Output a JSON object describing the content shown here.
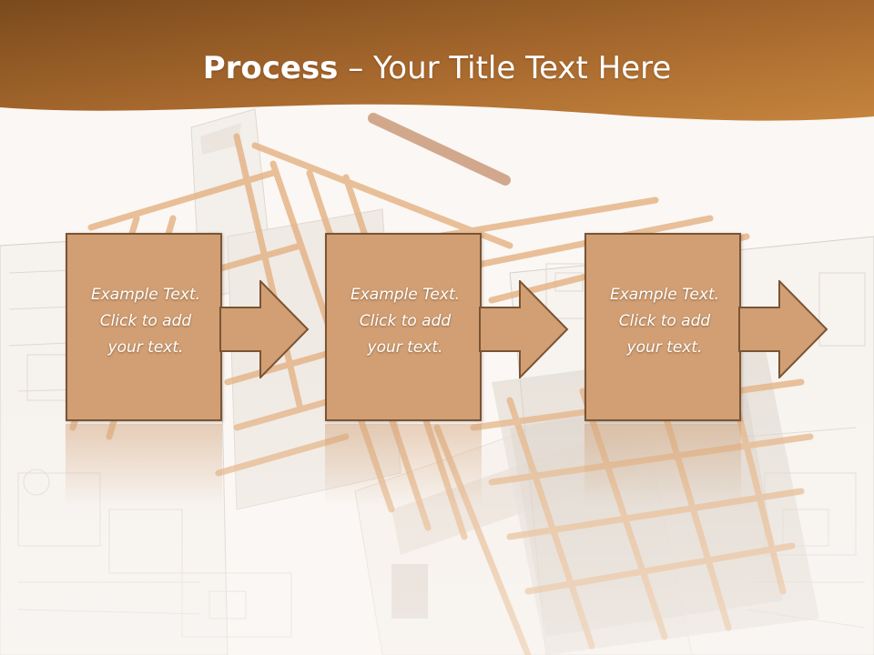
{
  "slide": {
    "title_bold": "Process",
    "title_rest": " – Your Title Text Here"
  },
  "steps": [
    {
      "line1": "Example Text.",
      "line2": "Click  to add",
      "line3": "your text."
    },
    {
      "line1": "Example Text.",
      "line2": "Click  to add",
      "line3": "your text."
    },
    {
      "line1": "Example Text.",
      "line2": "Click  to add",
      "line3": "your text."
    }
  ],
  "colors": {
    "header_dark": "#7a4a1c",
    "header_light": "#c5853e",
    "box_fill": "#d19f73",
    "box_border": "#7a5434",
    "background": "#fbf7f4"
  }
}
